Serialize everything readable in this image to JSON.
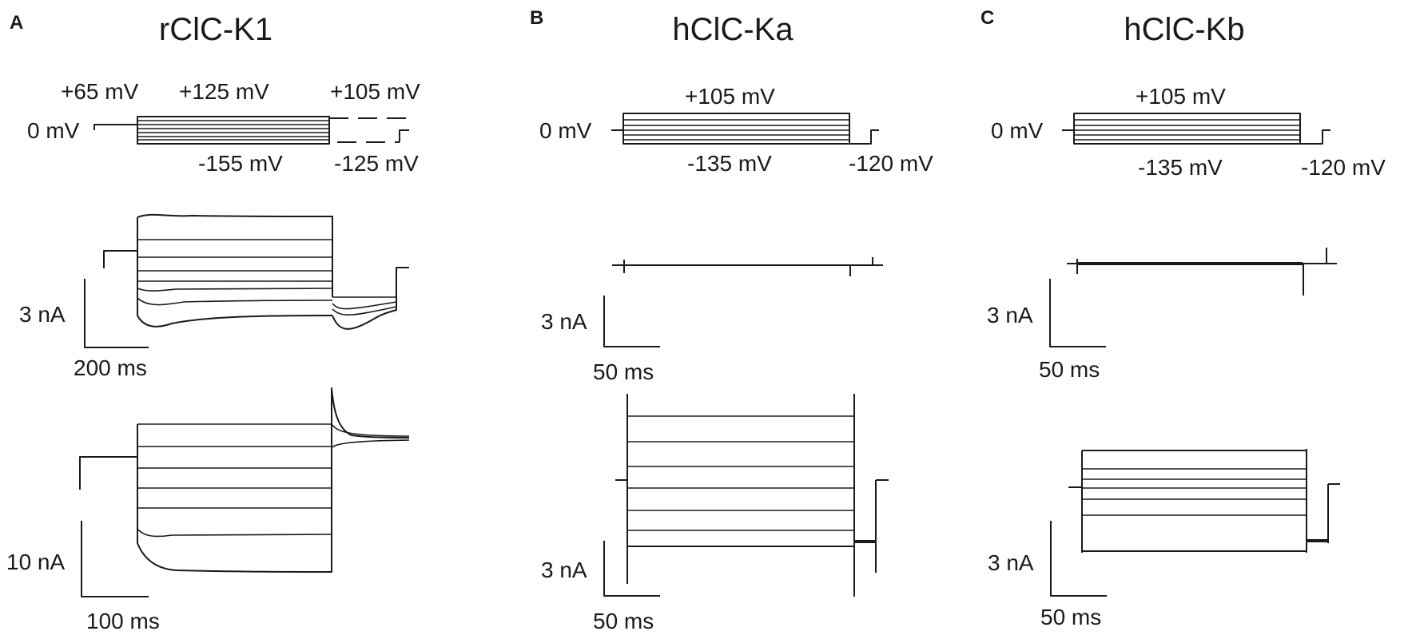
{
  "panels": [
    {
      "letter": "A",
      "title": "rClC-K1",
      "protocol": {
        "holding": "0 mV",
        "prepulse": "+65 mV",
        "step_top": "+125 mV",
        "step_bottom": "-155 mV",
        "tail_top": "+105 mV",
        "tail_bottom": "-125 mV"
      },
      "scale_top": {
        "current": "3 nA",
        "time": "200 ms"
      },
      "scale_bottom": {
        "current": "10 nA",
        "time": "100 ms"
      }
    },
    {
      "letter": "B",
      "title": "hClC-Ka",
      "protocol": {
        "holding": "0 mV",
        "step_top": "+105 mV",
        "step_bottom": "-135 mV",
        "tail": "-120 mV"
      },
      "scale_top": {
        "current": "3 nA",
        "time": "50 ms"
      },
      "scale_bottom": {
        "current": "3 nA",
        "time": "50 ms"
      }
    },
    {
      "letter": "C",
      "title": "hClC-Kb",
      "protocol": {
        "holding": "0 mV",
        "step_top": "+105 mV",
        "step_bottom": "-135 mV",
        "tail": "-120 mV"
      },
      "scale_top": {
        "current": "3 nA",
        "time": "50 ms"
      },
      "scale_bottom": {
        "current": "3 nA",
        "time": "50 ms"
      }
    }
  ]
}
